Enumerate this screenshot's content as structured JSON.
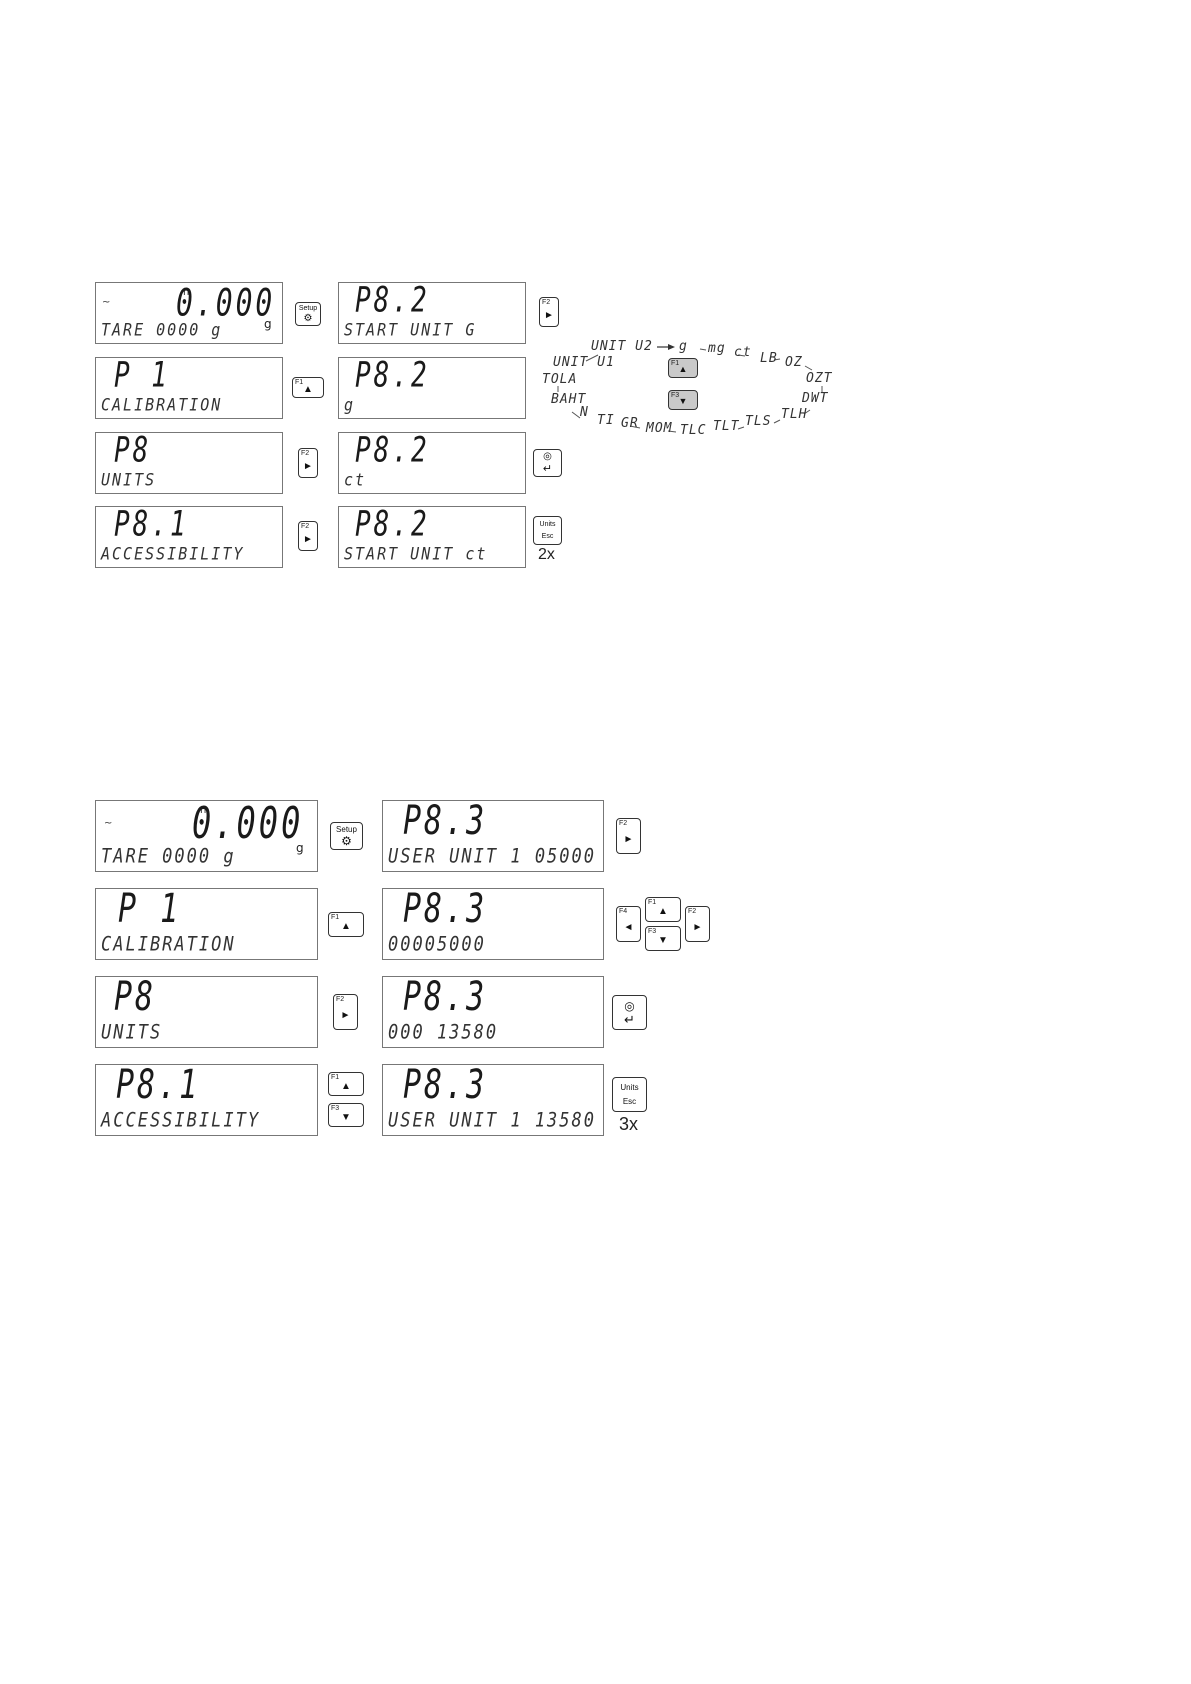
{
  "section1": {
    "displays": [
      {
        "id": "s1-weigh",
        "main": "0.000",
        "unit": "g",
        "sub": "TARE 0000 g",
        "top_sym": "n",
        "left_sym": "~"
      },
      {
        "id": "s1-p1",
        "main": "P 1",
        "sub": "CALIBRATION"
      },
      {
        "id": "s1-p8",
        "main": "P8",
        "sub": "UNITS"
      },
      {
        "id": "s1-p81",
        "main": "P8.1",
        "sub": "ACCESSIBILITY"
      },
      {
        "id": "s1-p82a",
        "main": "P8.2",
        "sub": "START UNIT G"
      },
      {
        "id": "s1-p82b",
        "main": "P8.2",
        "sub": "g"
      },
      {
        "id": "s1-p82c",
        "main": "P8.2",
        "sub": "ct"
      },
      {
        "id": "s1-p82d",
        "main": "P8.2",
        "sub": "START UNIT ct"
      }
    ],
    "keys": {
      "setup": "Setup",
      "f1": "F1",
      "f2": "F2",
      "f3": "F3",
      "units": "Units",
      "esc": "Esc"
    },
    "multiplier": "2x",
    "unit_cycle": [
      "UNIT U2",
      "g",
      "mg",
      "ct",
      "LB",
      "OZ",
      "OZT",
      "DWT",
      "TLH",
      "TLS",
      "TLT",
      "TLC",
      "MOM",
      "GR",
      "TI",
      "N",
      "BAHT",
      "TOLA",
      "UNIT U1"
    ]
  },
  "section2": {
    "displays": [
      {
        "id": "s2-weigh",
        "main": "0.000",
        "unit": "g",
        "sub": "TARE 0000 g",
        "top_sym": "n",
        "left_sym": "~"
      },
      {
        "id": "s2-p1",
        "main": "P 1",
        "sub": "CALIBRATION"
      },
      {
        "id": "s2-p8",
        "main": "P8",
        "sub": "UNITS"
      },
      {
        "id": "s2-p81",
        "main": "P8.1",
        "sub": "ACCESSIBILITY"
      },
      {
        "id": "s2-p83a",
        "main": "P8.3",
        "sub": "USER UNIT 1 05000"
      },
      {
        "id": "s2-p83b",
        "main": "P8.3",
        "sub": "00005000"
      },
      {
        "id": "s2-p83c",
        "main": "P8.3",
        "sub": "000 13580"
      },
      {
        "id": "s2-p83d",
        "main": "P8.3",
        "sub": "USER UNIT 1 13580"
      }
    ],
    "keys": {
      "setup": "Setup",
      "f1": "F1",
      "f2": "F2",
      "f3": "F3",
      "f4": "F4",
      "units": "Units",
      "esc": "Esc"
    },
    "multiplier": "3x"
  }
}
